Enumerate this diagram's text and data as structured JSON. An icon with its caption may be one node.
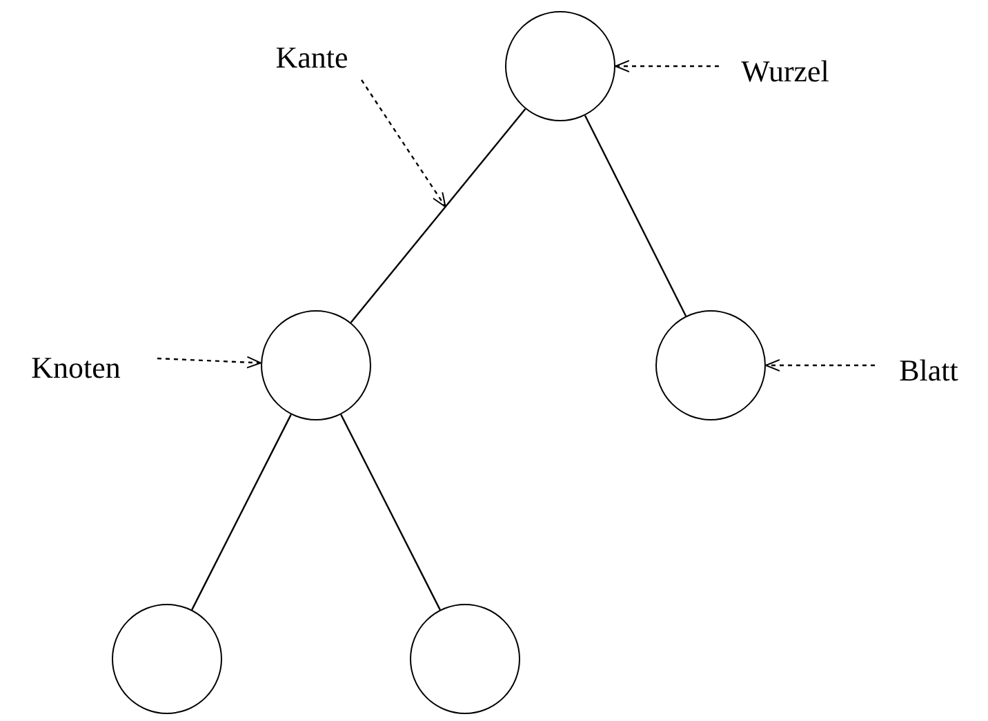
{
  "diagram": {
    "nodes": [
      {
        "text": [
          "Kante"
        ]
      },
      {
        "text": [],
        "shape": "circle"
      },
      {
        "text": [
          "Wurzel"
        ]
      },
      {
        "text": [
          "Knoten"
        ]
      },
      {
        "text": [],
        "shape": "circle"
      },
      {
        "text": [],
        "shape": "circle"
      },
      {
        "text": [
          "Blatt"
        ]
      },
      {
        "text": [],
        "shape": "circle"
      },
      {
        "text": [],
        "shape": "circle"
      }
    ],
    "edges": [
      {
        "from": 1,
        "to": 4,
        "arrow": "none"
      },
      {
        "from": 1,
        "to": 5,
        "arrow": "none"
      },
      {
        "from": 4,
        "to": 7,
        "arrow": "none"
      },
      {
        "from": 4,
        "to": 8,
        "arrow": "none"
      },
      {
        "from": 0,
        "to": null,
        "arrow": "to",
        "style": "dashed"
      },
      {
        "from": 2,
        "to": 1,
        "arrow": "to",
        "style": "dashed"
      },
      {
        "from": 3,
        "to": 4,
        "arrow": "to",
        "style": "dashed"
      },
      {
        "from": 6,
        "to": 5,
        "arrow": "to",
        "style": "dashed"
      }
    ]
  }
}
